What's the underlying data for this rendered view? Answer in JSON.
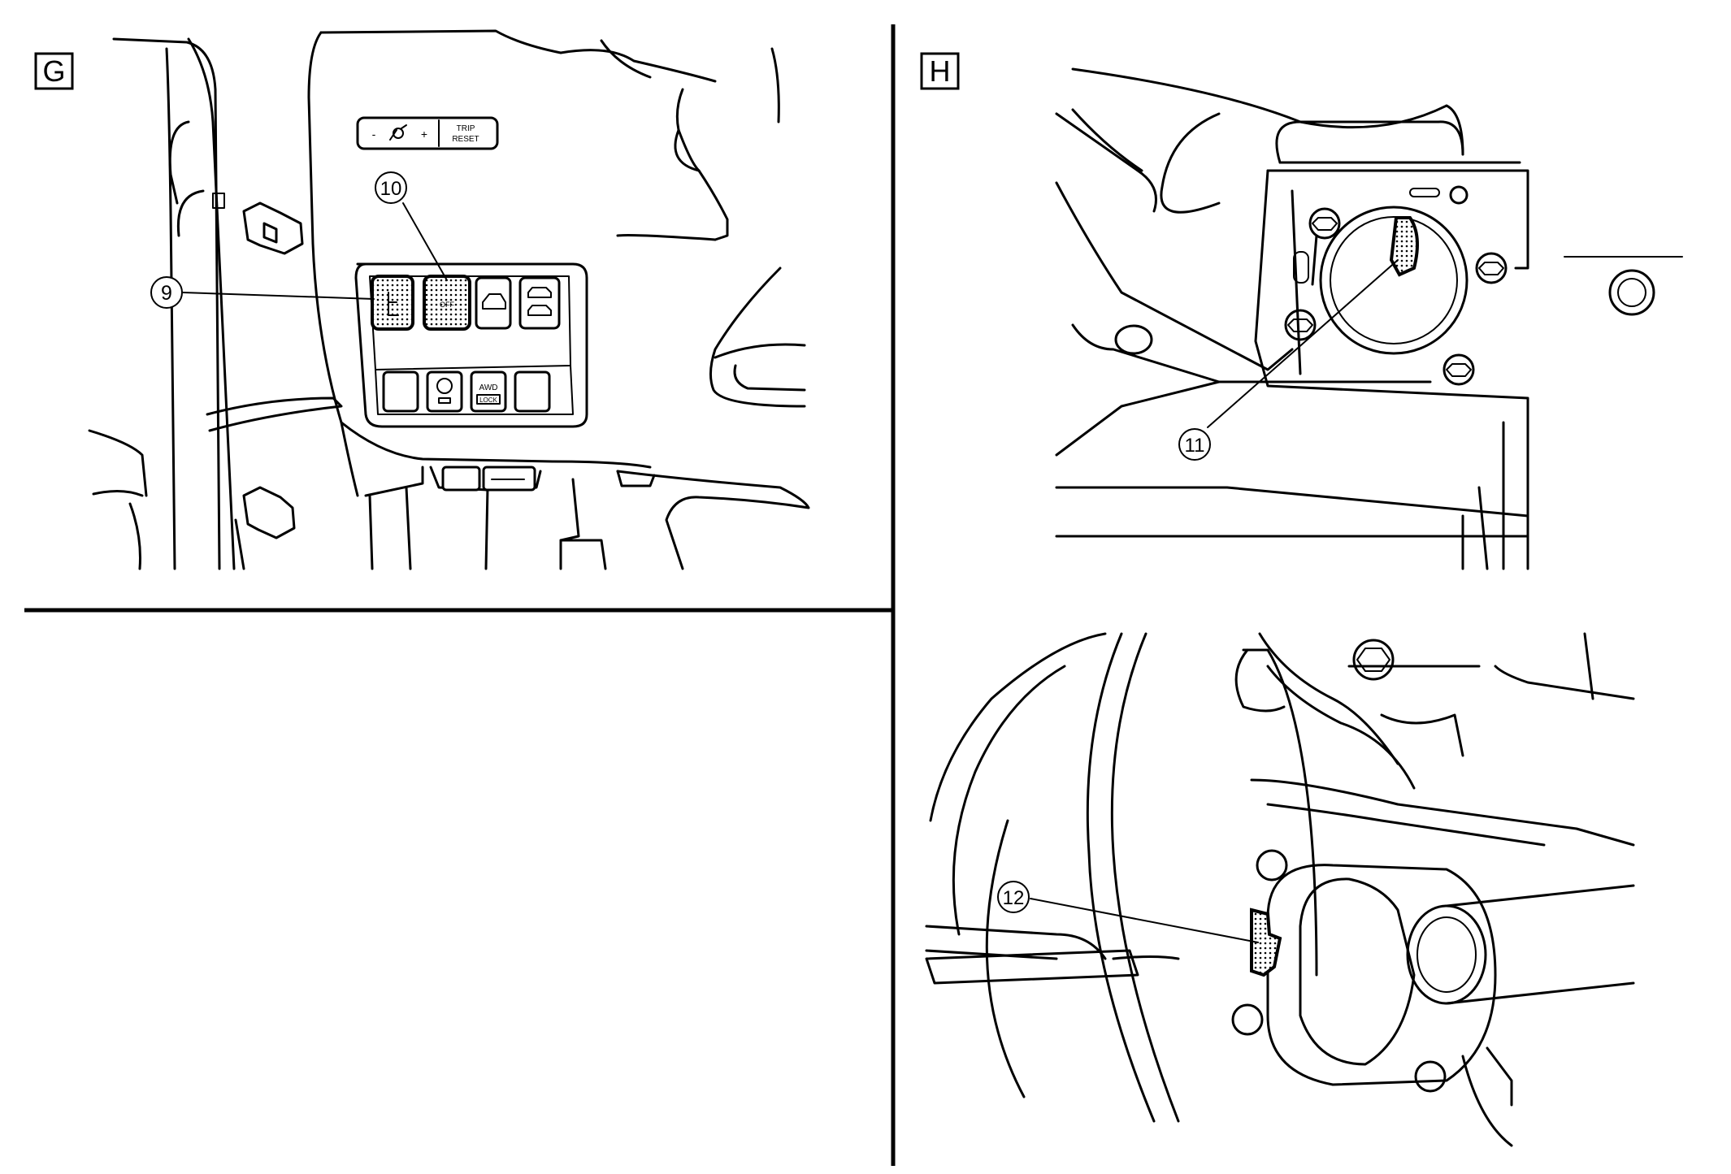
{
  "panels": [
    {
      "id": "G",
      "label": "G"
    },
    {
      "id": "H",
      "label": "H"
    }
  ],
  "callouts": [
    {
      "id": "9",
      "label": "9"
    },
    {
      "id": "10",
      "label": "10"
    },
    {
      "id": "11",
      "label": "11"
    },
    {
      "id": "12",
      "label": "12"
    }
  ],
  "switch_text": {
    "minus": "-",
    "plus": "+",
    "trip": "TRIP",
    "reset": "RESET",
    "awd": "AWD",
    "lock": "LOCK"
  }
}
